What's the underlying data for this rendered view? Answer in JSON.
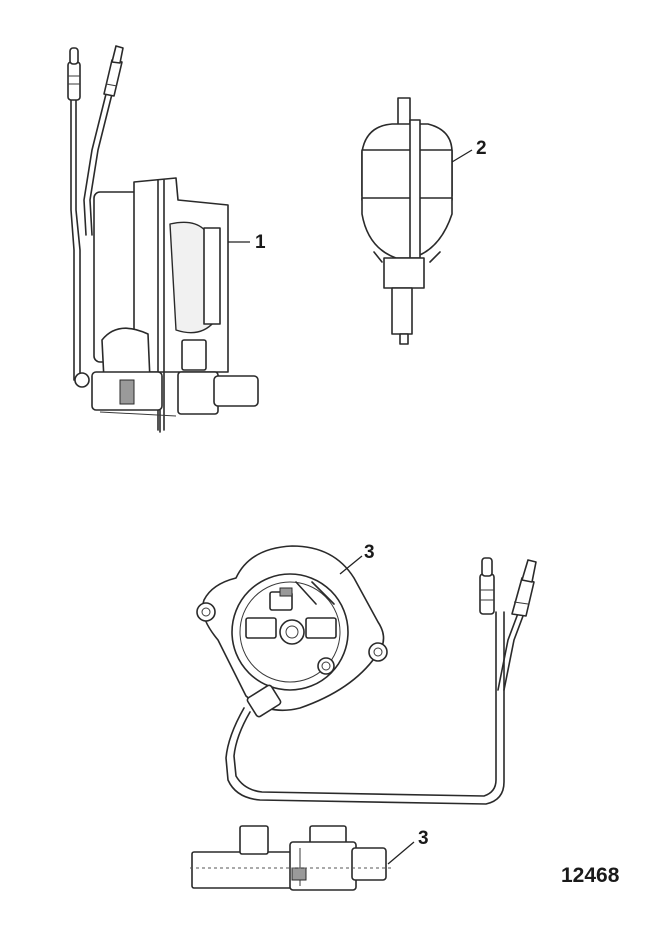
{
  "callouts": {
    "part_1": "1",
    "part_2": "2",
    "part_3_top": "3",
    "part_3_bottom": "3"
  },
  "figure_id": "12468"
}
